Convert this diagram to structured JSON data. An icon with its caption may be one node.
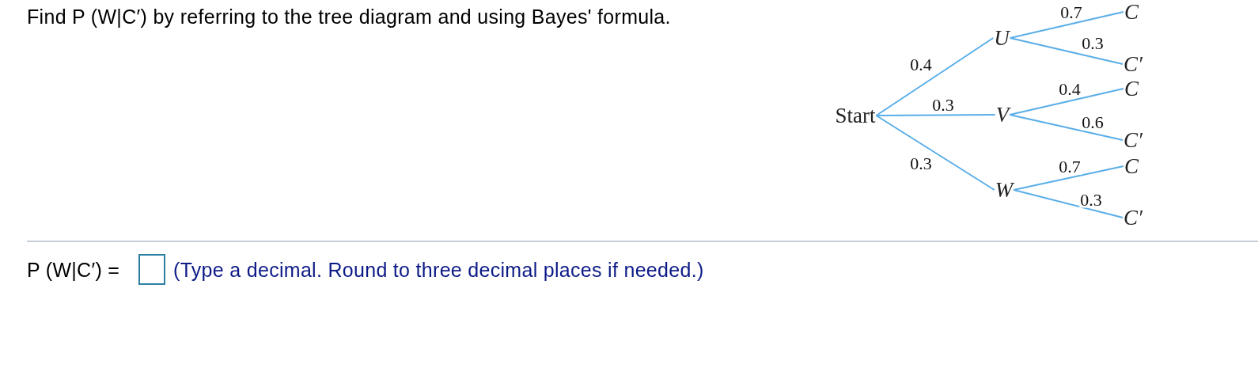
{
  "diagram": {
    "title": "Find P (W|C′) by referring to the tree diagram and using Bayes' formula.",
    "nodes": [
      {
        "text": [
          "Start"
        ]
      },
      {
        "text": [
          "U"
        ]
      },
      {
        "text": [
          "V"
        ]
      },
      {
        "text": [
          "W"
        ]
      },
      {
        "text": [
          "C"
        ]
      },
      {
        "text": [
          "C′"
        ]
      },
      {
        "text": [
          "C"
        ]
      },
      {
        "text": [
          "C′"
        ]
      },
      {
        "text": [
          "C"
        ]
      },
      {
        "text": [
          "C′"
        ]
      }
    ],
    "edges": [
      {
        "from": 0,
        "to": 1,
        "arrow": "none",
        "label": "0.4"
      },
      {
        "from": 0,
        "to": 2,
        "arrow": "none",
        "label": "0.3"
      },
      {
        "from": 0,
        "to": 3,
        "arrow": "none",
        "label": "0.3"
      },
      {
        "from": 1,
        "to": 4,
        "arrow": "none",
        "label": "0.7"
      },
      {
        "from": 1,
        "to": 5,
        "arrow": "none",
        "label": "0.3"
      },
      {
        "from": 2,
        "to": 6,
        "arrow": "none",
        "label": "0.4"
      },
      {
        "from": 2,
        "to": 7,
        "arrow": "none",
        "label": "0.6"
      },
      {
        "from": 3,
        "to": 8,
        "arrow": "none",
        "label": "0.7"
      },
      {
        "from": 3,
        "to": 9,
        "arrow": "none",
        "label": "0.3"
      }
    ],
    "labels": [
      "P (W|C′) =",
      "(Type a decimal. Round to three decimal places if needed.)"
    ]
  }
}
